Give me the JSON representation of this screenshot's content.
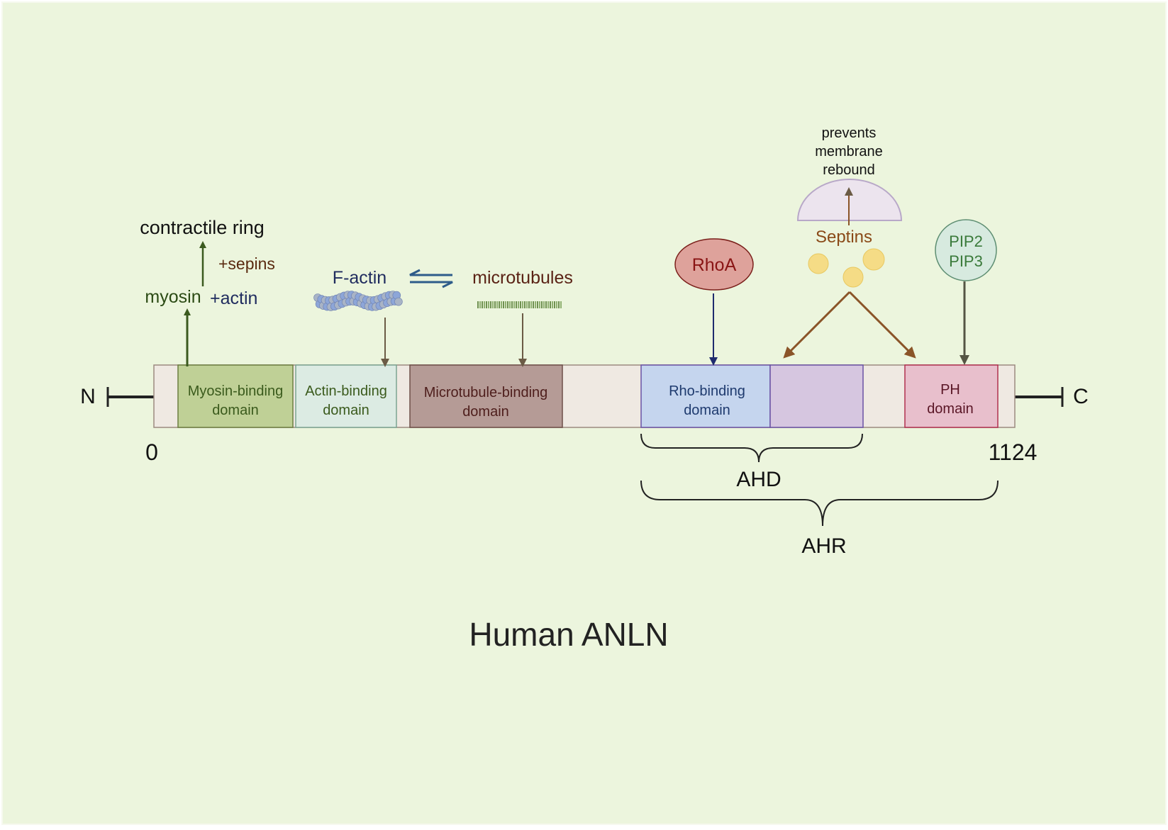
{
  "title": "Human ANLN",
  "terminals": {
    "n": "N",
    "c": "C",
    "start": "0",
    "end": "1124"
  },
  "domains": {
    "myosin": [
      "Myosin-binding",
      "domain"
    ],
    "actin": [
      "Actin-binding",
      "domain"
    ],
    "microtubule": [
      "Microtubule-binding",
      "domain"
    ],
    "rho": [
      "Rho-binding",
      "domain"
    ],
    "ph": [
      "PH",
      "domain"
    ]
  },
  "regions": {
    "ahd": "AHD",
    "ahr": "AHR"
  },
  "labels": {
    "contractile_ring": "contractile ring",
    "sepins": "+sepins",
    "myosin": "myosin",
    "actin": "+actin",
    "f_actin": "F-actin",
    "microtubules": "microtubules",
    "rhoa": "RhoA",
    "septins": "Septins",
    "prevents": [
      "prevents",
      "membrane",
      "rebound"
    ],
    "pip": [
      "PIP2",
      "PIP3"
    ]
  },
  "colors": {
    "background": "#ecf5dd",
    "protein_bar": "#efe9e2",
    "myosin_domain": "#bfd096",
    "actin_domain": "#dcebe3",
    "microtubule_domain": "#b59b96",
    "rho_domain": "#c5d5ee",
    "ahd_extension": "#d6c6e0",
    "ph_domain": "#e8bfcc",
    "rhoa_fill": "#dea29b",
    "pip_fill": "#d7eadf",
    "septin_dot": "#f5dc86"
  }
}
